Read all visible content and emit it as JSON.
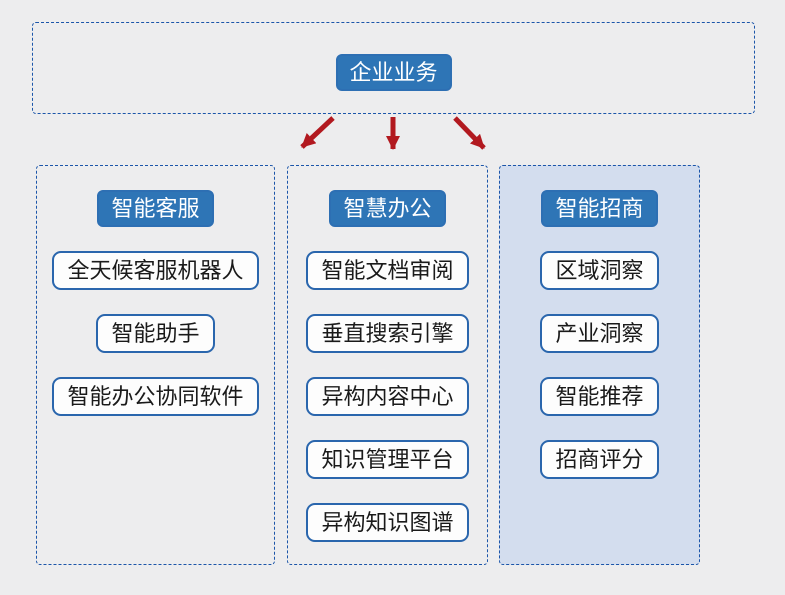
{
  "root": {
    "label": "企业业务"
  },
  "columns": [
    {
      "id": "intelligent-customer-service",
      "header": "智能客服",
      "variant": "plain",
      "items": [
        "全天候客服机器人",
        "智能助手",
        "智能办公协同软件"
      ]
    },
    {
      "id": "smart-office",
      "header": "智慧办公",
      "variant": "plain",
      "items": [
        "智能文档审阅",
        "垂直搜索引擎",
        "异构内容中心",
        "知识管理平台",
        "异构知识图谱"
      ]
    },
    {
      "id": "intelligent-investment",
      "header": "智能招商",
      "variant": "filled",
      "items": [
        "区域洞察",
        "产业洞察",
        "智能推荐",
        "招商评分"
      ]
    }
  ],
  "colors": {
    "accent_blue": "#2e75b6",
    "dashed_border_blue": "#1b55a9",
    "filled_panel_blue": "#d3ddee",
    "arrow_red": "#b2191f",
    "background_gray": "#ededee",
    "node_border_blue": "#2a66ad",
    "node_text": "#1a1a1a"
  }
}
